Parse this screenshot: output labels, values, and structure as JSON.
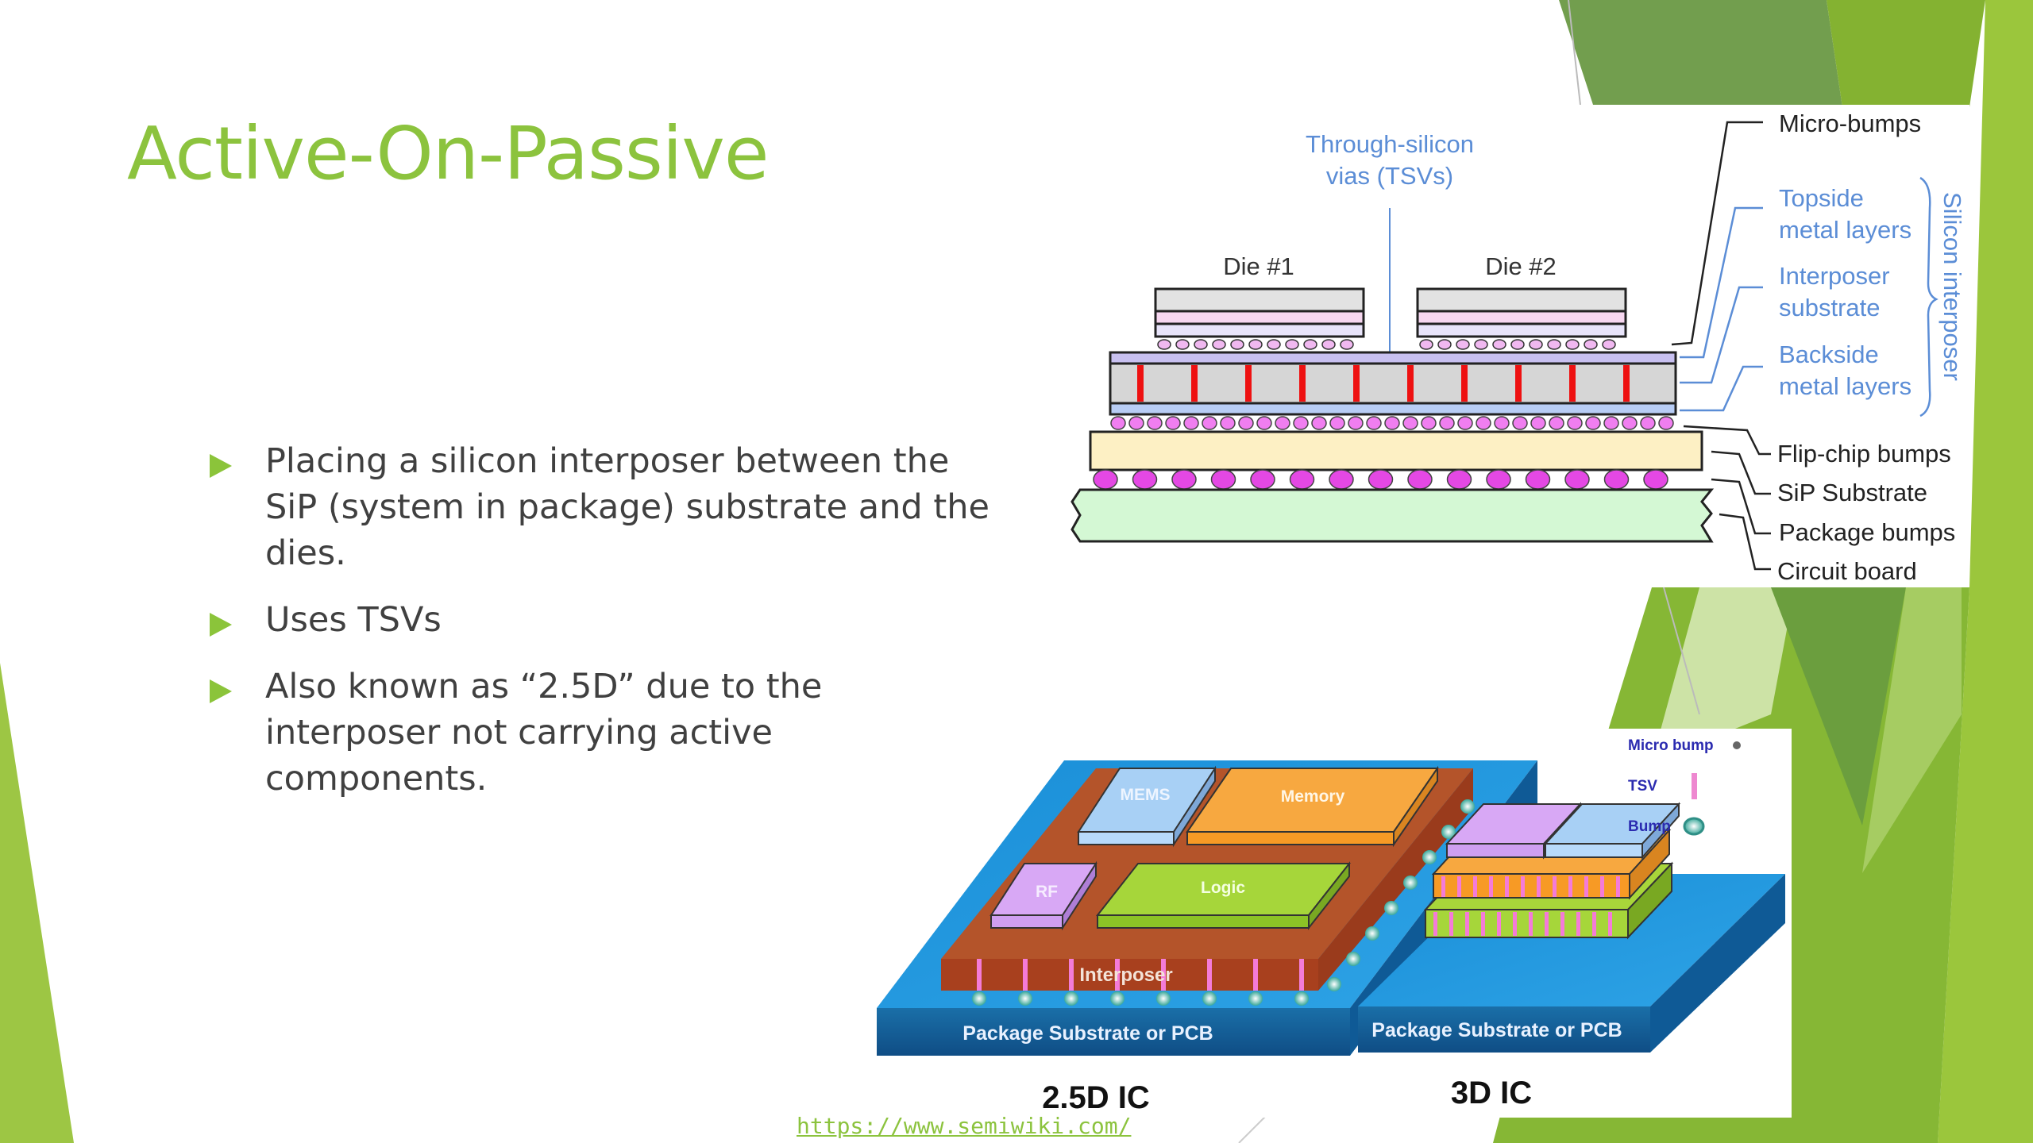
{
  "slide": {
    "title": "Active-On-Passive",
    "bullets": [
      "Placing a silicon interposer between the SiP (system in package) substrate and the dies.",
      "Uses TSVs",
      "Also known as “2.5D” due to the interposer not carrying active components."
    ],
    "source_link": "https://www.semiwiki.com/"
  },
  "colors": {
    "accent_green": "#8CC33E",
    "body_text": "#404040",
    "label_blue": "#5B8DD6",
    "legend_blue": "#2B2BB0"
  },
  "figure_cross_section": {
    "tsv_label": [
      "Through-silicon",
      "vias (TSVs)"
    ],
    "die_labels": [
      "Die #1",
      "Die #2"
    ],
    "right_labels_black": [
      "Micro-bumps",
      "Flip-chip bumps",
      "SiP Substrate",
      "Package bumps",
      "Circuit board"
    ],
    "right_labels_blue": [
      [
        "Topside",
        "metal layers"
      ],
      [
        "Interposer",
        "substrate"
      ],
      [
        "Backside",
        "metal layers"
      ]
    ],
    "bracket_label": "Silicon interposer"
  },
  "figure_3d": {
    "chips_25d": [
      "MEMS",
      "Memory",
      "RF",
      "Logic"
    ],
    "interposer_label": "Interposer",
    "substrate_label": "Package Substrate or PCB",
    "caption_25d": "2.5D IC",
    "caption_3d": "3D IC",
    "legend": [
      "Micro bump",
      "TSV",
      "Bump"
    ]
  }
}
